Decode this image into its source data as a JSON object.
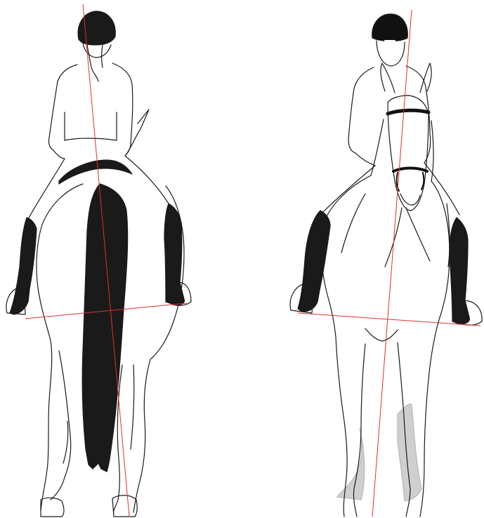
{
  "illustrations": [
    {
      "id": "rear-view",
      "view": "rear",
      "subjects": [
        "rider",
        "horse"
      ],
      "helmet_color": "#1a1a1a",
      "tail_color": "#1a1a1a",
      "boot_color": "#1a1a1a",
      "guide_lines": [
        "vertical-axis",
        "horizontal-axis"
      ]
    },
    {
      "id": "front-view",
      "view": "front",
      "subjects": [
        "rider",
        "horse"
      ],
      "helmet_color": "#111111",
      "boot_color": "#1a1a1a",
      "guide_lines": [
        "vertical-axis",
        "horizontal-axis"
      ]
    }
  ],
  "colors": {
    "outline": "#1a1a1a",
    "guide_line": "#e03030",
    "background": "#ffffff",
    "shadow_legs": "#cfcfcf"
  }
}
